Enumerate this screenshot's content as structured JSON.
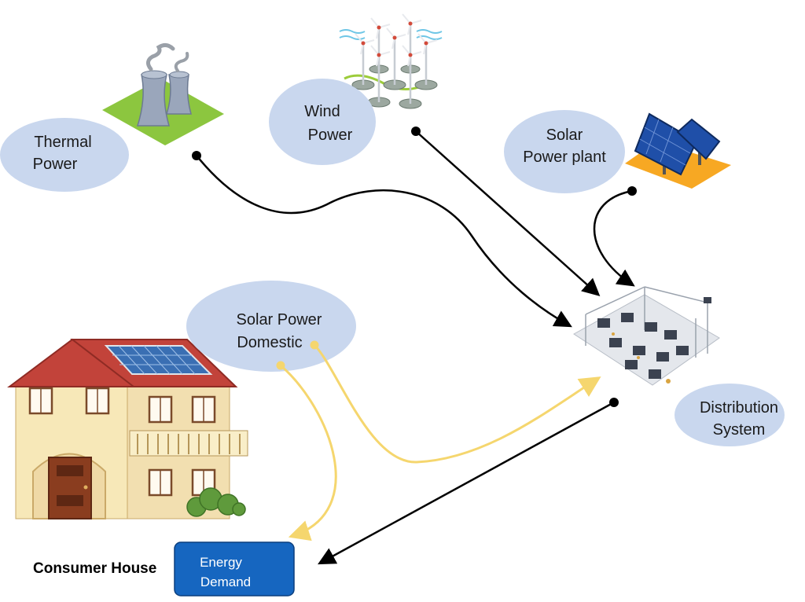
{
  "nodes": {
    "thermal": {
      "line1": "Thermal",
      "line2": "Power",
      "icon": "cooling-tower-icon"
    },
    "wind": {
      "line1": "Wind",
      "line2": "Power",
      "icon": "wind-turbine-icon"
    },
    "solar_plant": {
      "line1": "Solar",
      "line2": "Power plant",
      "icon": "solar-panel-icon"
    },
    "solar_domestic": {
      "line1": "Solar Power",
      "line2": "Domestic",
      "icon": "house-icon"
    },
    "distribution": {
      "line1": "Distribution",
      "line2": "System",
      "icon": "substation-icon"
    },
    "consumer": {
      "label": "Consumer House"
    },
    "energy_demand": {
      "line1": "Energy",
      "line2": "Demand"
    }
  },
  "colors": {
    "bubble": "#c9d7ee",
    "grid_flow": "#000000",
    "solar_flow": "#f5d66e",
    "demand_box": "#1666c0",
    "thermal_ground": "#8cc63f",
    "solar_ground": "#f7a823"
  }
}
